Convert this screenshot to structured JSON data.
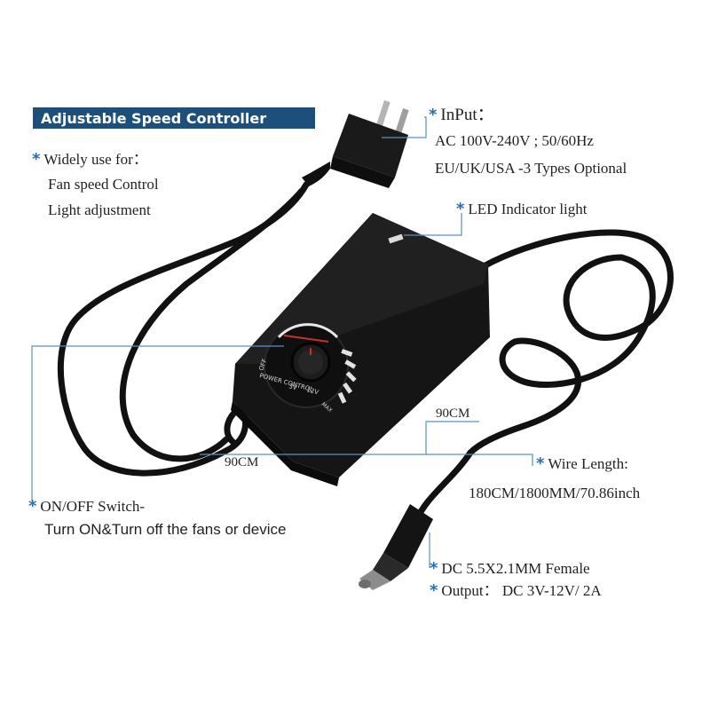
{
  "title": "Adjustable Speed Controller",
  "star_glyph": "*",
  "usage": {
    "heading": "Widely use for：",
    "lines": [
      "Fan speed Control",
      "Light adjustment"
    ]
  },
  "input": {
    "heading": "InPut：",
    "lines": [
      "AC 100V-240V ; 50/60Hz",
      "EU/UK/USA -3 Types Optional"
    ]
  },
  "led": "LED Indicator light",
  "cable_lengths": {
    "input_cable": "90CM",
    "output_cable": "90CM"
  },
  "wire_length": {
    "heading": "Wire Length:",
    "value": "180CM/1800MM/70.86inch"
  },
  "switch": {
    "heading": "ON/OFF Switch-",
    "description": "Turn ON&Turn off the fans or device"
  },
  "dc": "DC 5.5X2.1MM Female",
  "output": "Output： DC 3V-12V/  2A",
  "dial": {
    "off": "OFF",
    "min": "3V",
    "max": "12V",
    "name": "POWER CONTROL",
    "end": "MAX"
  },
  "colors": {
    "banner": "#1c4f7c",
    "accent_star": "#2b6cb0",
    "device": "#151515",
    "leader_line": "#5b8fc4"
  }
}
